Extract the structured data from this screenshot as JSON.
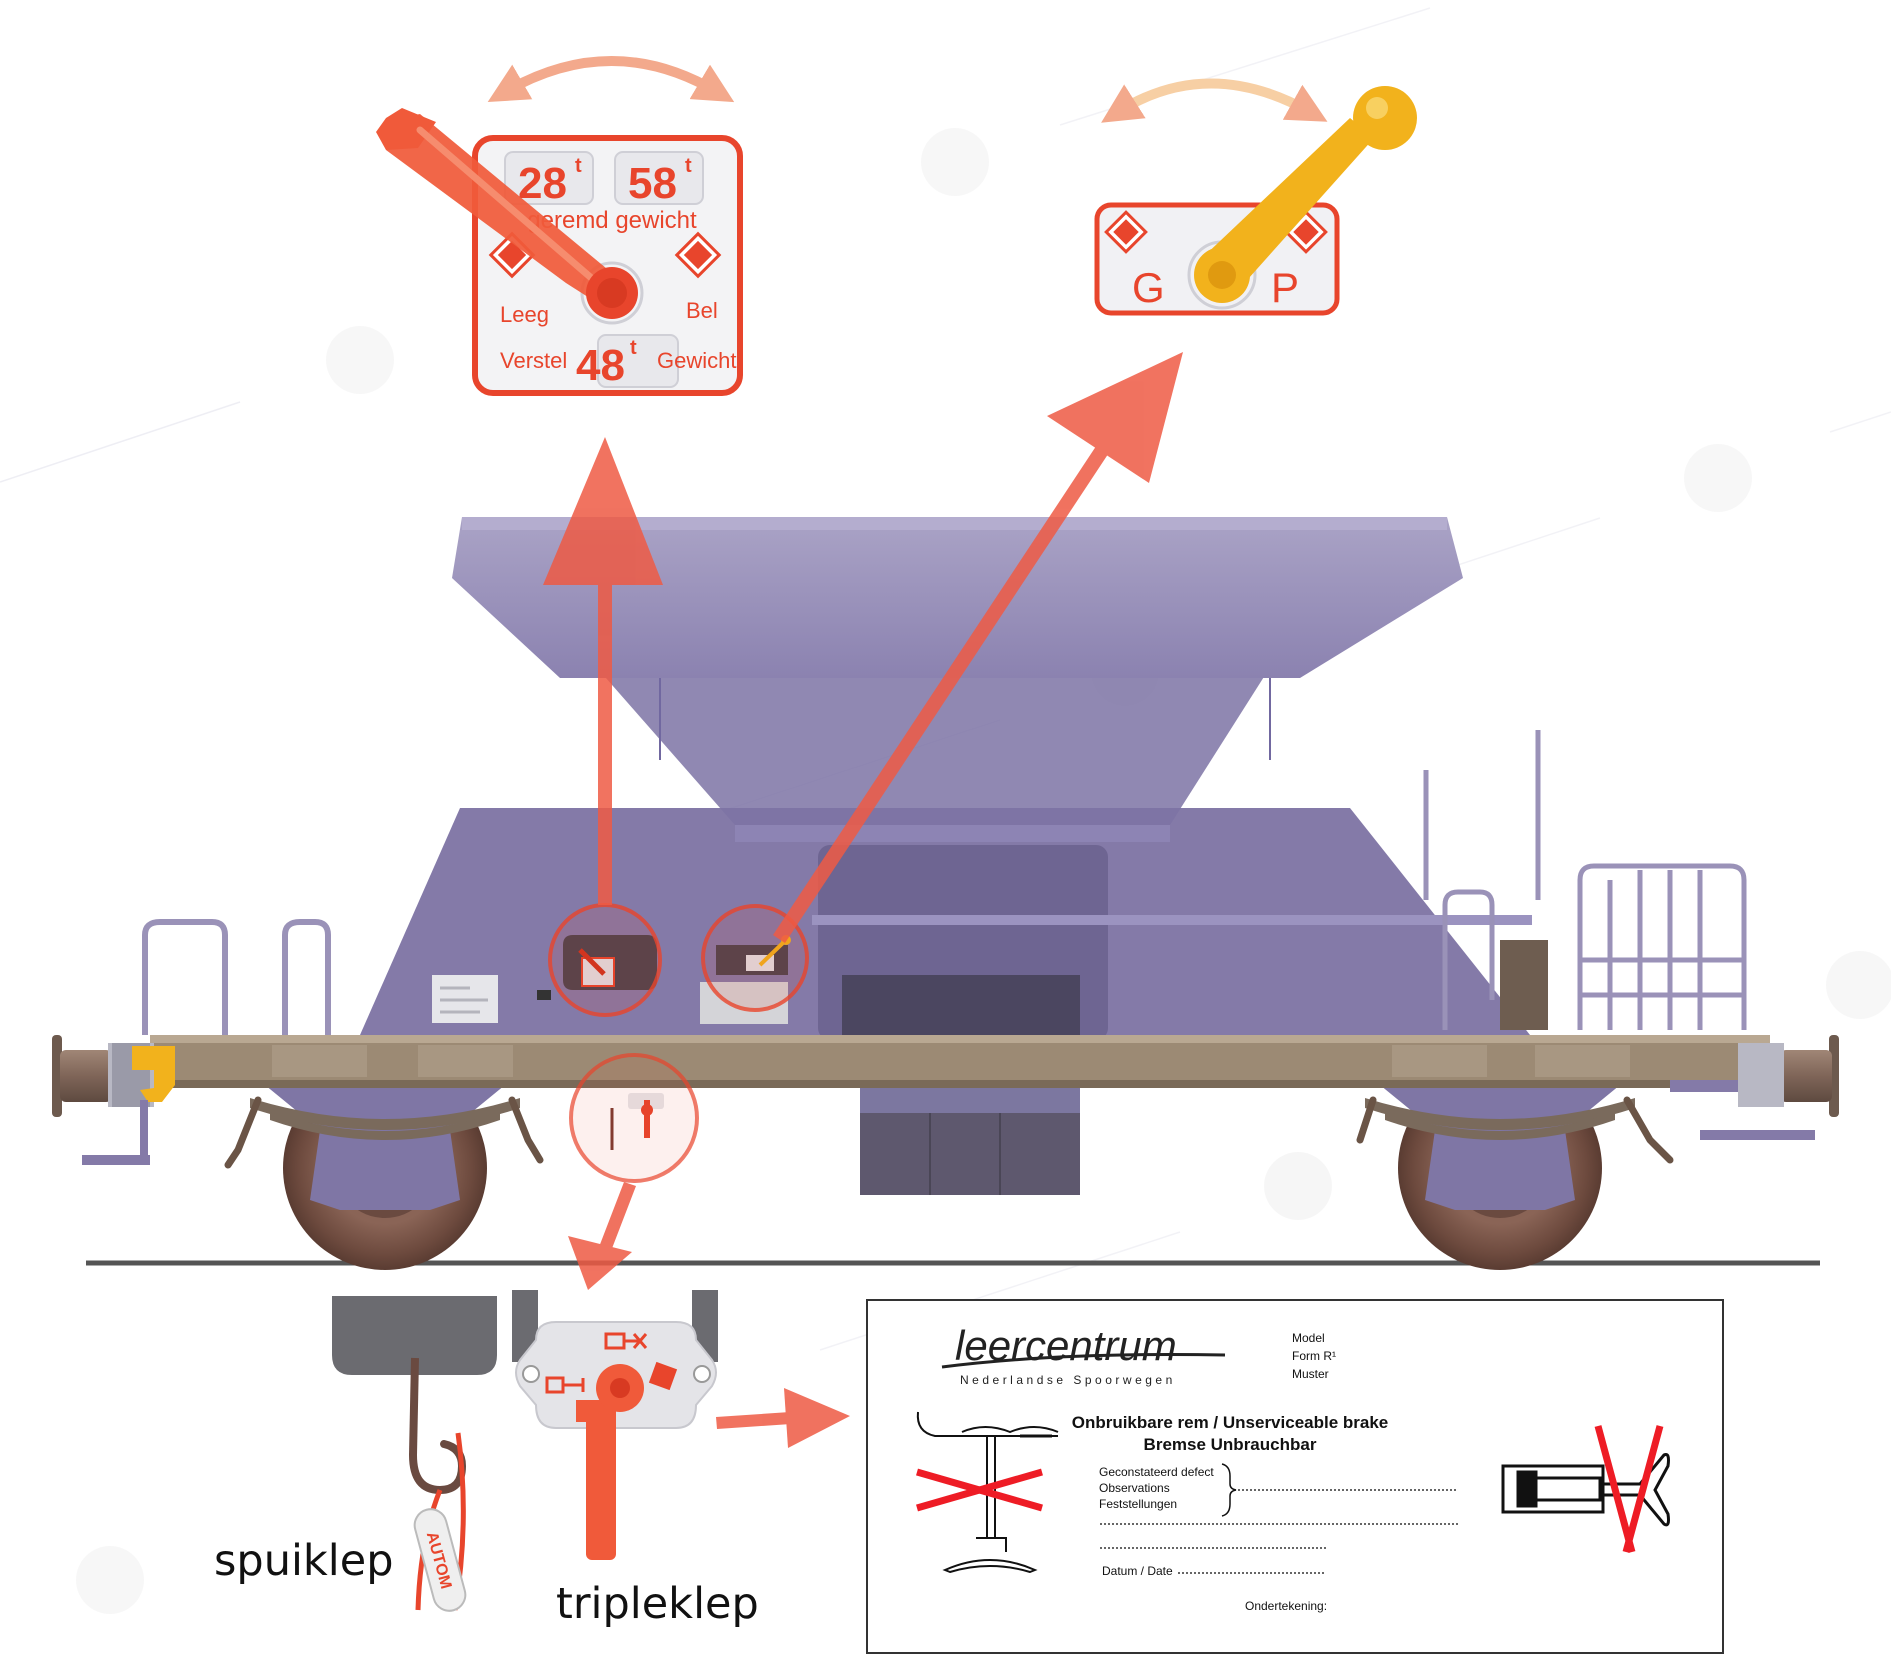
{
  "colors": {
    "accent_red": "#e8452c",
    "arrow_red": "#ee5a44",
    "lever_red": "#f05a3a",
    "lever_yellow": "#f2b21c",
    "wagon_purple": "#847aa8",
    "hopper_top": "#a8a0c4",
    "frame_brown": "#9c8a74",
    "wheel_brown": "#7a5548"
  },
  "icons": {
    "handbrake_wheel": "handbrake-wheel-icon",
    "brake_cylinder": "brake-cylinder-icon",
    "cross": "red-cross-icon"
  },
  "weight_plate": {
    "w1": "28",
    "w2": "58",
    "w3": "48",
    "unit": "t",
    "title": "geremd gewicht",
    "left": "Leeg",
    "right": "Bel",
    "bottom_left": "Verstel",
    "bottom_right": "Gewicht"
  },
  "gp_plate": {
    "g": "G",
    "p": "P"
  },
  "captions": {
    "spuiklep": "spuiklep",
    "tripleklep": "tripleklep"
  },
  "tag_text": "AUTOM",
  "form": {
    "logo": "leercentrum",
    "logo_sub": "Nederlandse Spoorwegen",
    "model_line1": "Model",
    "model_line2": "Form R¹",
    "model_line3": "Muster",
    "title1": "Onbruikbare rem / Unserviceable brake",
    "title2": "Bremse Unbrauchbar",
    "field1": "Geconstateerd defect",
    "field2": "Observations",
    "field3": "Feststellungen",
    "date_label": "Datum / Date",
    "signature_label": "Ondertekening:"
  }
}
